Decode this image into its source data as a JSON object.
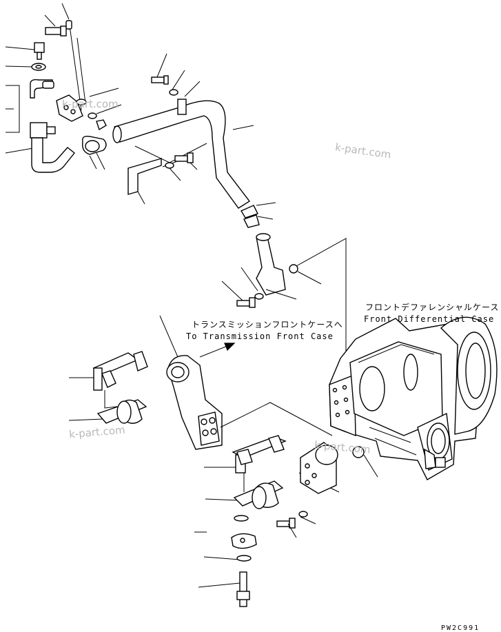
{
  "labels": {
    "front_diff_jp": "フロントデファレンシャルケース",
    "front_diff_en": "Front Differential Case",
    "transmission_jp": "トランスミッションフロントケースへ",
    "transmission_en": "To Transmission Front Case"
  },
  "watermarks": [
    "k-part.com",
    "k-part.com",
    "k-part.com",
    "k-part.com"
  ],
  "page_code": "PW2C991"
}
